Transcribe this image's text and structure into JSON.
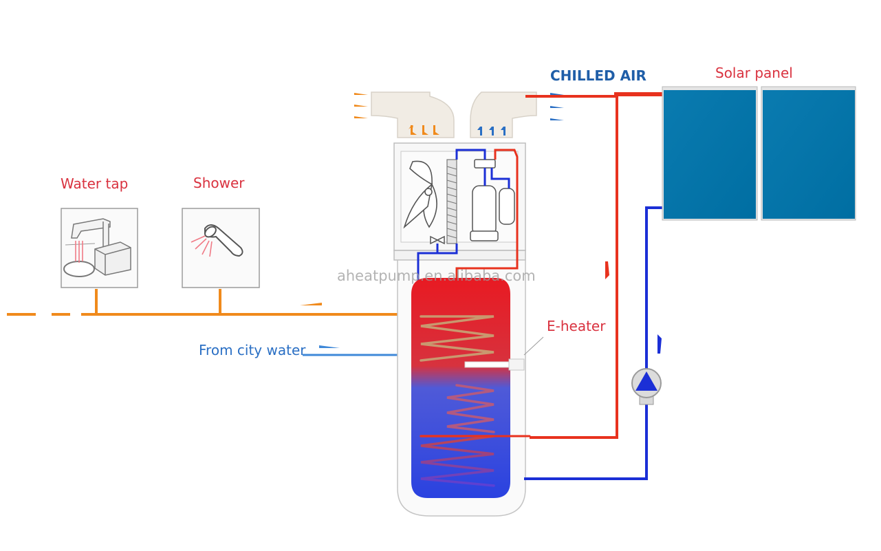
{
  "labels": {
    "chilled_air": "CHILLED AIR",
    "solar_panel": "Solar panel",
    "water_tap": "Water tap",
    "shower": "Shower",
    "e_heater": "E-heater",
    "from_city_water": "From city water"
  },
  "watermark": "aheatpump.en.alibaba.com",
  "colors": {
    "hot_pipe": "#e8321e",
    "cold_pipe": "#1b2fd6",
    "hot_water_line": "#f08a1c",
    "city_water_line": "#3f88d8",
    "solar_panel": "#0075a9",
    "tank_hot": "#e81a22",
    "tank_cold": "#2a42e0",
    "label_red": "#d9323f",
    "label_blue": "#2a6fc4"
  },
  "icons": [
    "water-tap-icon",
    "shower-icon",
    "fan-icon",
    "compressor-icon",
    "valve-icon",
    "pump-icon",
    "flow-arrow-icon"
  ]
}
